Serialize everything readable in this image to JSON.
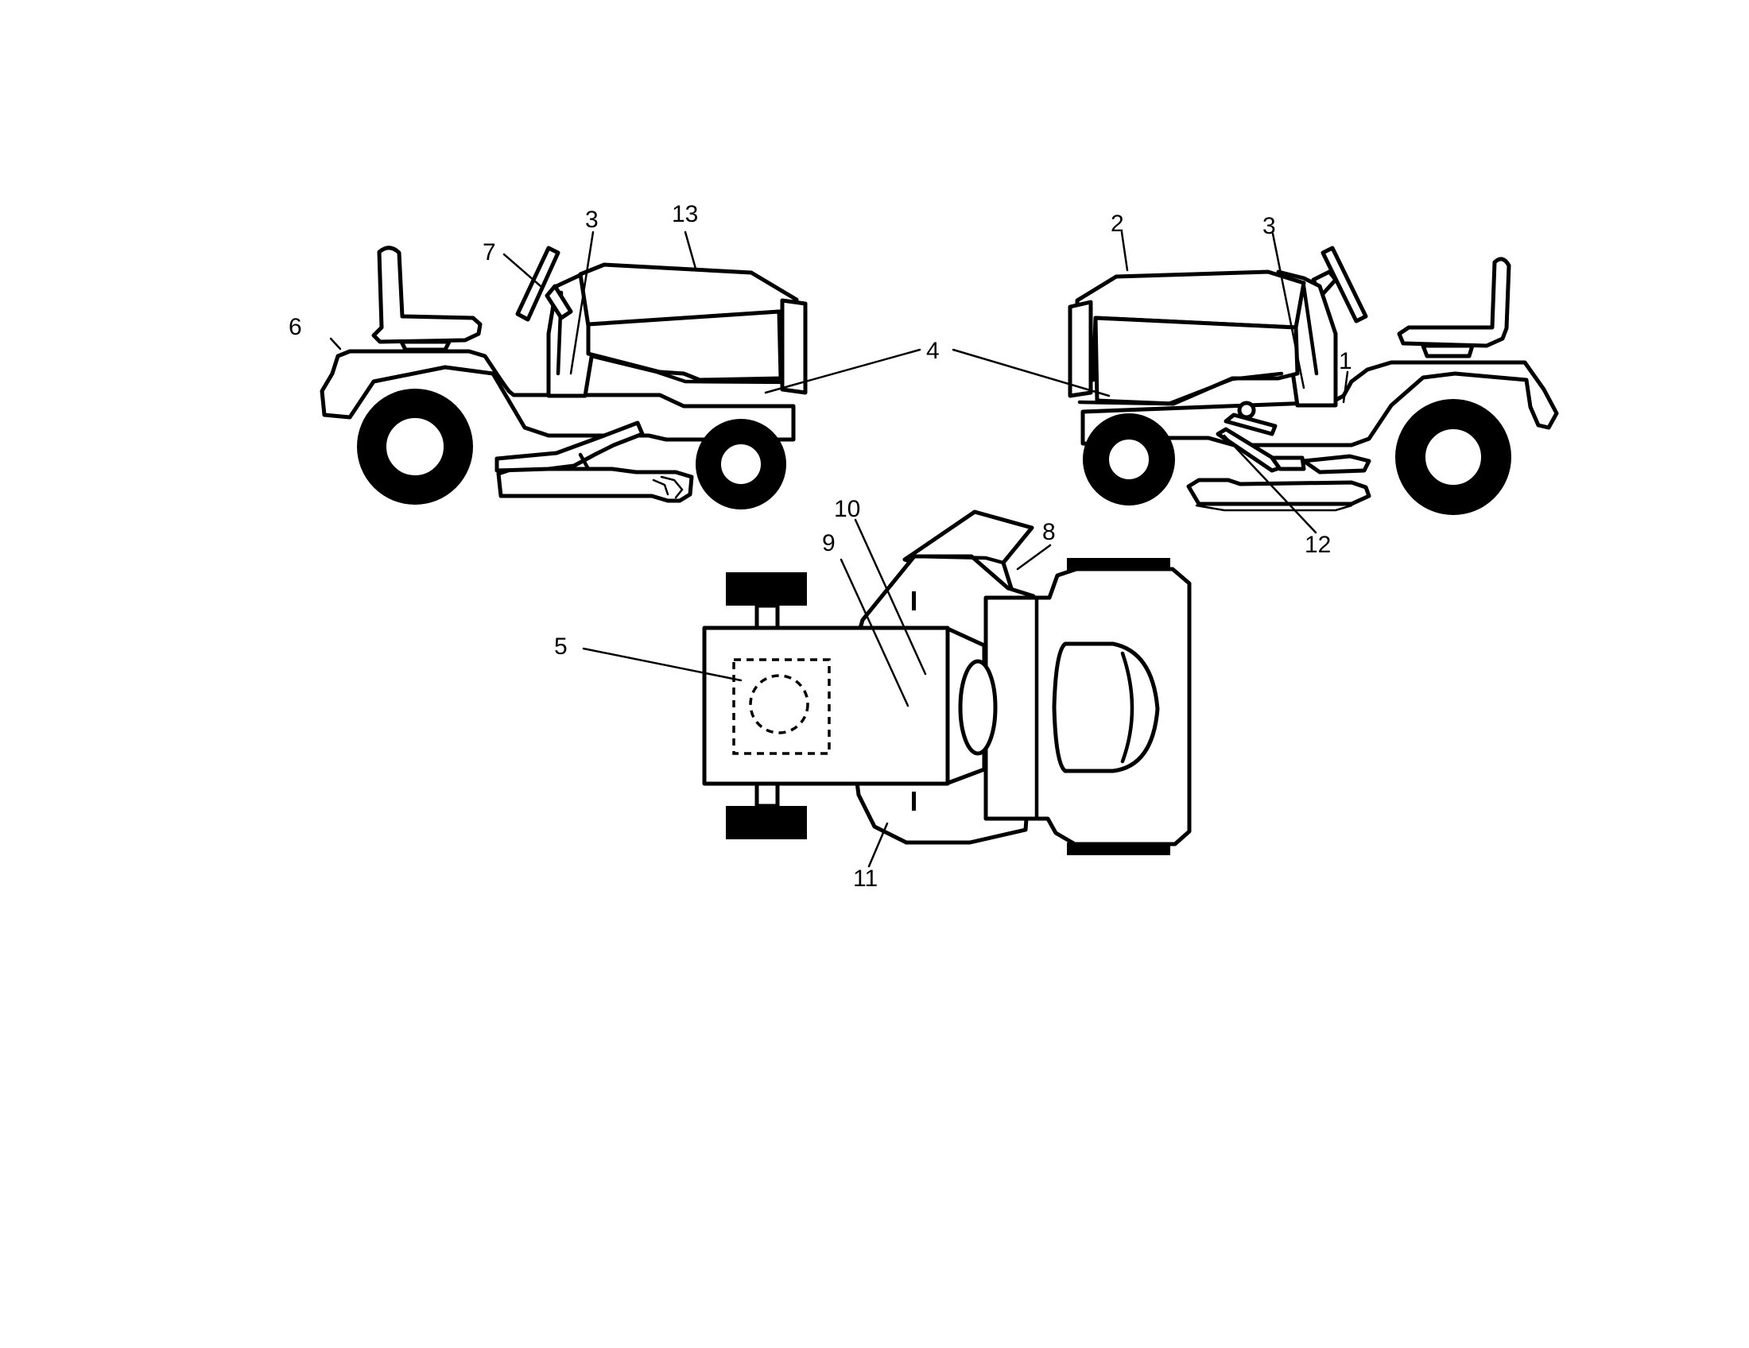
{
  "diagram": {
    "views": [
      "left-side-view",
      "right-side-view",
      "top-view"
    ],
    "callouts": [
      {
        "id": "c1",
        "text": "1"
      },
      {
        "id": "c2",
        "text": "2"
      },
      {
        "id": "c3a",
        "text": "3"
      },
      {
        "id": "c3b",
        "text": "3"
      },
      {
        "id": "c4",
        "text": "4"
      },
      {
        "id": "c5",
        "text": "5"
      },
      {
        "id": "c6",
        "text": "6"
      },
      {
        "id": "c7",
        "text": "7"
      },
      {
        "id": "c8",
        "text": "8"
      },
      {
        "id": "c9",
        "text": "9"
      },
      {
        "id": "c10",
        "text": "10"
      },
      {
        "id": "c11",
        "text": "11"
      },
      {
        "id": "c12",
        "text": "12"
      },
      {
        "id": "c13",
        "text": "13"
      }
    ]
  }
}
